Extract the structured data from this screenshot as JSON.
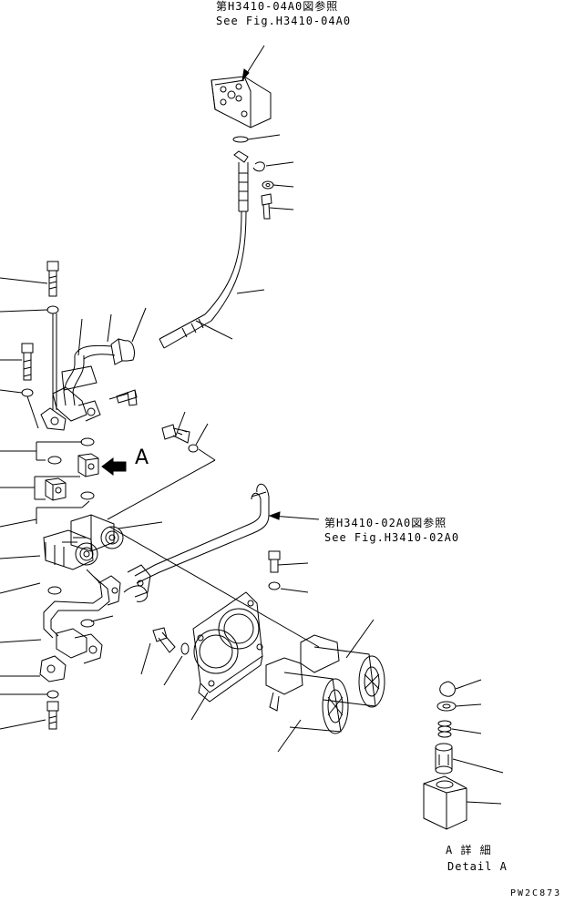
{
  "refs": {
    "top_jp": "第H3410-04A0図参照",
    "top_en": "See Fig.H3410-04A0",
    "mid_jp": "第H3410-02A0図参照",
    "mid_en": "See Fig.H3410-02A0"
  },
  "detail": {
    "letter": "A",
    "jp": "A 詳 細",
    "en": "Detail A"
  },
  "drawing_code": "PW2C873",
  "colors": {
    "ink": "#000000",
    "paper": "#ffffff"
  }
}
